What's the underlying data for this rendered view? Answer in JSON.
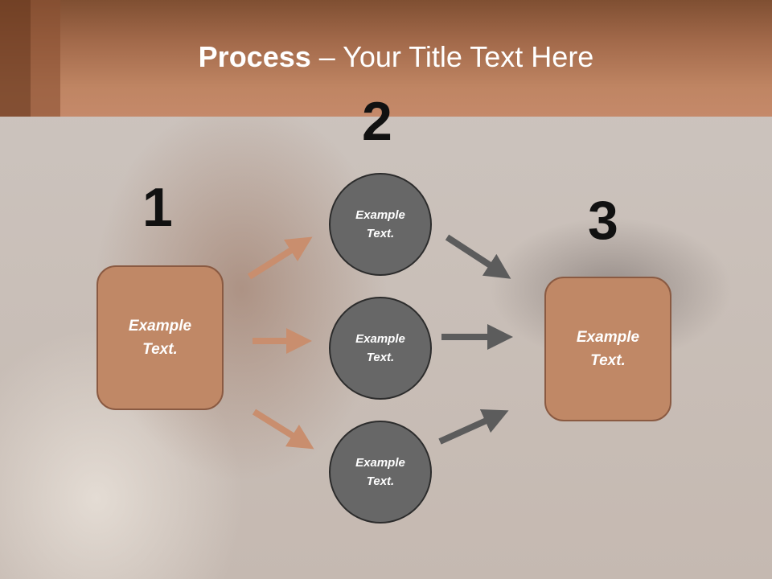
{
  "title": {
    "bold": "Process",
    "rest": " – Your Title Text Here"
  },
  "steps": {
    "one": "1",
    "two": "2",
    "three": "3"
  },
  "left_box": "Example\nText.",
  "right_box": "Example\nText.",
  "circles": [
    "Example\nText.",
    "Example\nText.",
    "Example\nText."
  ],
  "colors": {
    "accent": "#c08866",
    "circle": "#676767",
    "arrow_left": "#c98e6e",
    "arrow_right": "#5c5c5c"
  }
}
